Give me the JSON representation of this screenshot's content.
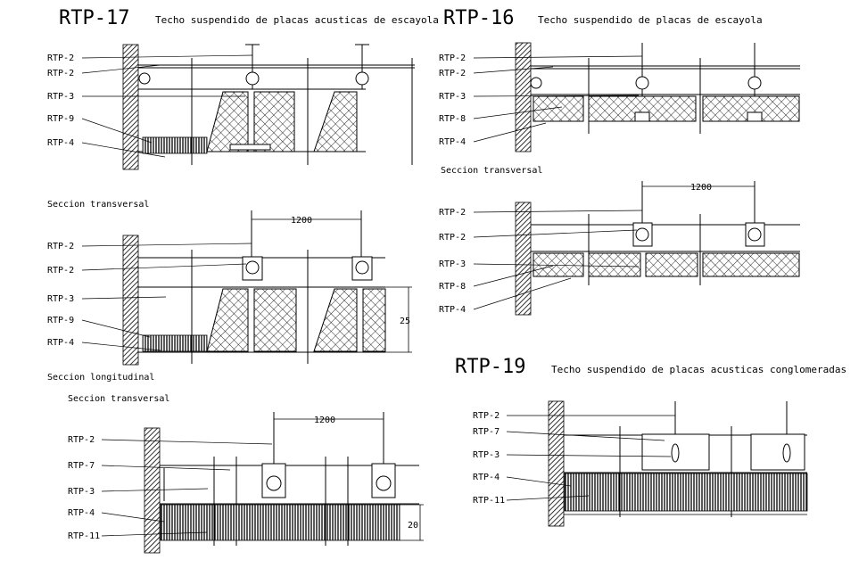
{
  "rtp17": {
    "code": "RTP-17",
    "title": "Techo suspendido de placas acusticas de escayola",
    "top_labels": [
      "RTP-2",
      "RTP-2",
      "RTP-3",
      "RTP-9",
      "RTP-4"
    ],
    "section1": "Seccion transversal",
    "mid_labels": [
      "RTP-2",
      "RTP-2",
      "RTP-3",
      "RTP-9",
      "RTP-4"
    ],
    "dim_1200": "1200",
    "dim_25": "25",
    "section2": "Seccion longitudinal"
  },
  "rtp17_b": {
    "section": "Seccion transversal",
    "labels": [
      "RTP-2",
      "RTP-7",
      "RTP-3",
      "RTP-4",
      "RTP-11"
    ],
    "dim_1200": "1200",
    "dim_20": "20"
  },
  "rtp16": {
    "code": "RTP-16",
    "title": "Techo suspendido de placas de escayola",
    "top_labels": [
      "RTP-2",
      "RTP-2",
      "RTP-3",
      "RTP-8",
      "RTP-4"
    ],
    "section": "Seccion transversal",
    "dim_1200": "1200",
    "mid_labels": [
      "RTP-2",
      "RTP-2",
      "RTP-3",
      "RTP-8",
      "RTP-4"
    ]
  },
  "rtp19": {
    "code": "RTP-19",
    "title": "Techo suspendido de placas acusticas conglomeradas",
    "labels": [
      "RTP-2",
      "RTP-7",
      "RTP-3",
      "RTP-4",
      "RTP-11"
    ]
  }
}
